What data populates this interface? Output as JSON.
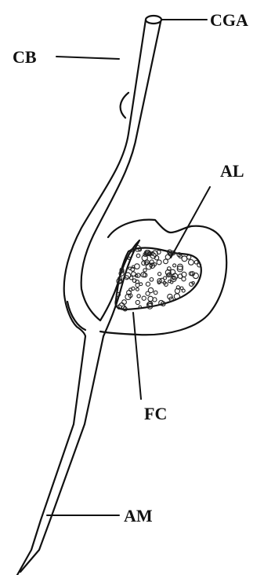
{
  "figure": {
    "labels": {
      "cga": "CGA",
      "cb": "CB",
      "al": "AL",
      "fc": "FC",
      "am": "AM"
    },
    "colors": {
      "ink": "#111111",
      "background": "#ffffff"
    }
  }
}
